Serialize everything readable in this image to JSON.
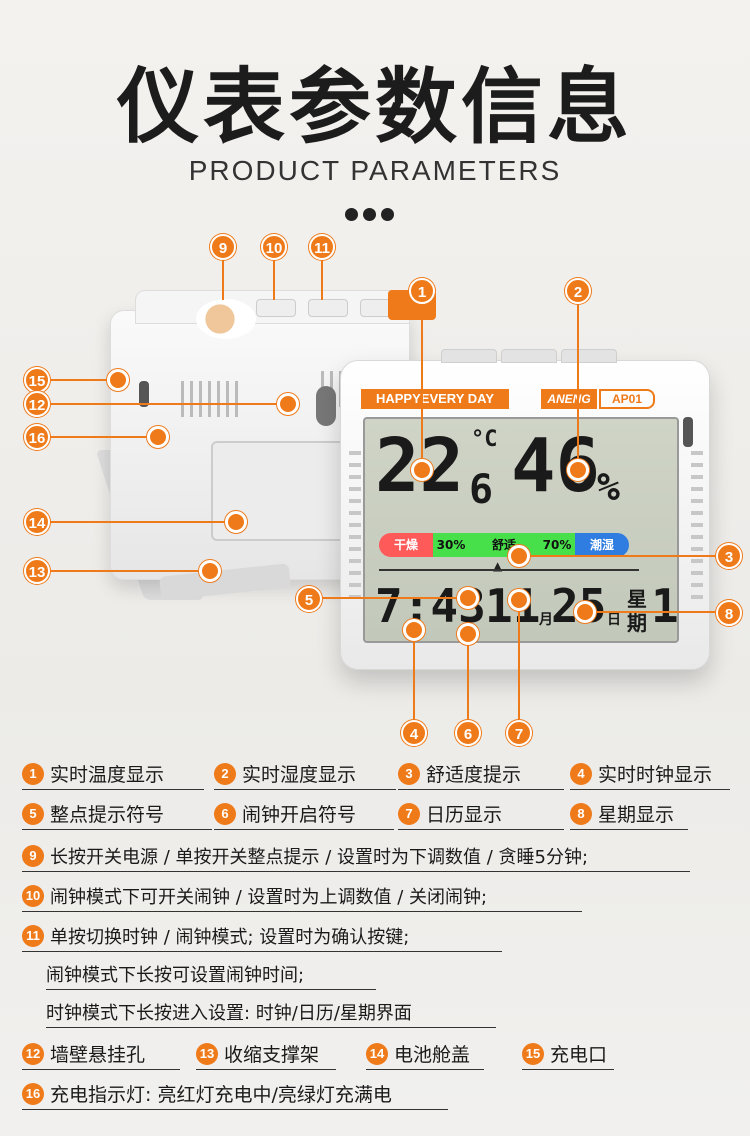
{
  "header": {
    "title": "仪表参数信息",
    "subtitle": "PRODUCT PARAMETERS"
  },
  "device": {
    "happy_label": "HAPPYEVERY DAY",
    "brand": "ANENG",
    "model": "AP01",
    "temperature_int": "22",
    "temperature_dec": "6",
    "temperature_unit": "°C",
    "humidity": "46",
    "humidity_unit": "%",
    "comfort_bar": [
      {
        "label": "干燥",
        "color": "#ff5a5a"
      },
      {
        "label": "30%",
        "color": "#47e04a"
      },
      {
        "label": "舒适",
        "color": "#47e04a"
      },
      {
        "label": "70%",
        "color": "#47e04a"
      },
      {
        "label": "潮湿",
        "color": "#2f7de0"
      }
    ],
    "clock": "7:43",
    "month": "11",
    "month_unit": "月",
    "day": "25",
    "day_unit": "日",
    "week_label_1": "星",
    "week_label_2": "期",
    "weekday": "1"
  },
  "callouts": [
    "1",
    "2",
    "3",
    "4",
    "5",
    "6",
    "7",
    "8",
    "9",
    "10",
    "11",
    "12",
    "13",
    "14",
    "15",
    "16"
  ],
  "legend": [
    [
      {
        "num": "1",
        "text": "实时温度显示"
      },
      {
        "num": "2",
        "text": "实时湿度显示"
      },
      {
        "num": "3",
        "text": "舒适度提示"
      },
      {
        "num": "4",
        "text": "实时时钟显示"
      }
    ],
    [
      {
        "num": "5",
        "text": "整点提示符号"
      },
      {
        "num": "6",
        "text": "闹钟开启符号"
      },
      {
        "num": "7",
        "text": "日历显示"
      },
      {
        "num": "8",
        "text": "星期显示"
      }
    ],
    [
      {
        "num": "9",
        "text": "长按开关电源 / 单按开关整点提示 / 设置时为下调数值 / 贪睡5分钟;"
      }
    ],
    [
      {
        "num": "10",
        "text": "闹钟模式下可开关闹钟 / 设置时为上调数值 / 关闭闹钟;"
      }
    ],
    [
      {
        "num": "11",
        "text": "单按切换时钟 / 闹钟模式;  设置时为确认按键;"
      }
    ],
    [
      {
        "num": "",
        "text": "闹钟模式下长按可设置闹钟时间;"
      }
    ],
    [
      {
        "num": "",
        "text": "时钟模式下长按进入设置: 时钟/日历/星期界面"
      }
    ],
    [
      {
        "num": "12",
        "text": "墙壁悬挂孔"
      },
      {
        "num": "13",
        "text": "收缩支撑架"
      },
      {
        "num": "14",
        "text": "电池舱盖"
      },
      {
        "num": "15",
        "text": "充电口"
      }
    ],
    [
      {
        "num": "16",
        "text": "充电指示灯: 亮红灯充电中/亮绿灯充满电"
      }
    ]
  ],
  "colors": {
    "accent": "#ef7a1a"
  }
}
